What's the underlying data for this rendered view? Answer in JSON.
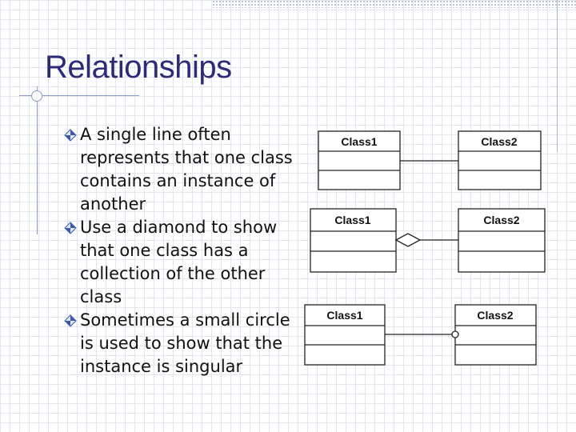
{
  "slide": {
    "title": "Relationships",
    "bullets": [
      {
        "text": "A single line often represents that one class contains an instance of another"
      },
      {
        "text": "Use a diamond to show that one class has a collection of the other class"
      },
      {
        "text": "Sometimes a small circle is used to show that the instance is singular"
      }
    ],
    "bullet_icon": "diamond-bullet-icon"
  },
  "diagram": {
    "rows": [
      {
        "left_class": "Class1",
        "right_class": "Class2",
        "association": "plain-line"
      },
      {
        "left_class": "Class1",
        "right_class": "Class2",
        "association": "hollow-diamond"
      },
      {
        "left_class": "Class1",
        "right_class": "Class2",
        "association": "small-circle"
      }
    ]
  },
  "colors": {
    "title": "#2d2a78",
    "bullet_icon": "#3b5ba8",
    "line": "#222222"
  }
}
